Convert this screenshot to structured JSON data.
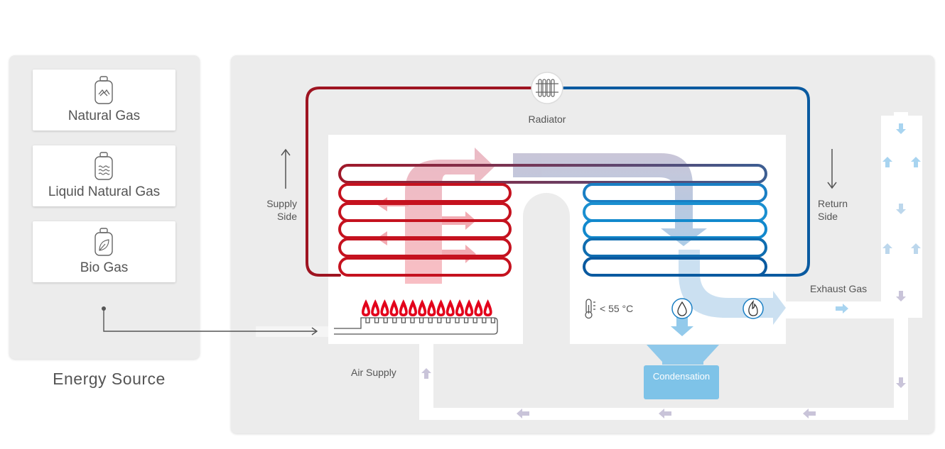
{
  "energy_source": {
    "title": "Energy Source",
    "items": [
      {
        "label": "Natural Gas",
        "icon": "natural-gas-bottle-icon"
      },
      {
        "label": "Liquid Natural Gas",
        "icon": "liquid-natural-gas-bottle-icon"
      },
      {
        "label": "Bio Gas",
        "icon": "bio-gas-bottle-icon"
      }
    ]
  },
  "boiler": {
    "radiator_label": "Radiator",
    "supply_side": [
      "Supply",
      "Side"
    ],
    "return_side": [
      "Return",
      "Side"
    ],
    "exhaust_gas_label": "Exhaust Gas",
    "air_supply_label": "Air Supply",
    "temperature_label": "< 55 °C",
    "condensation_label": "Condensation"
  },
  "colors": {
    "supply_red": "#b3121f",
    "return_blue": "#0a5aa0",
    "flue_gas_lavender": "#b7b3cc",
    "condensate_blue": "#7ec3e8",
    "flame_red": "#e3001b",
    "panel_gray": "#ececec"
  }
}
